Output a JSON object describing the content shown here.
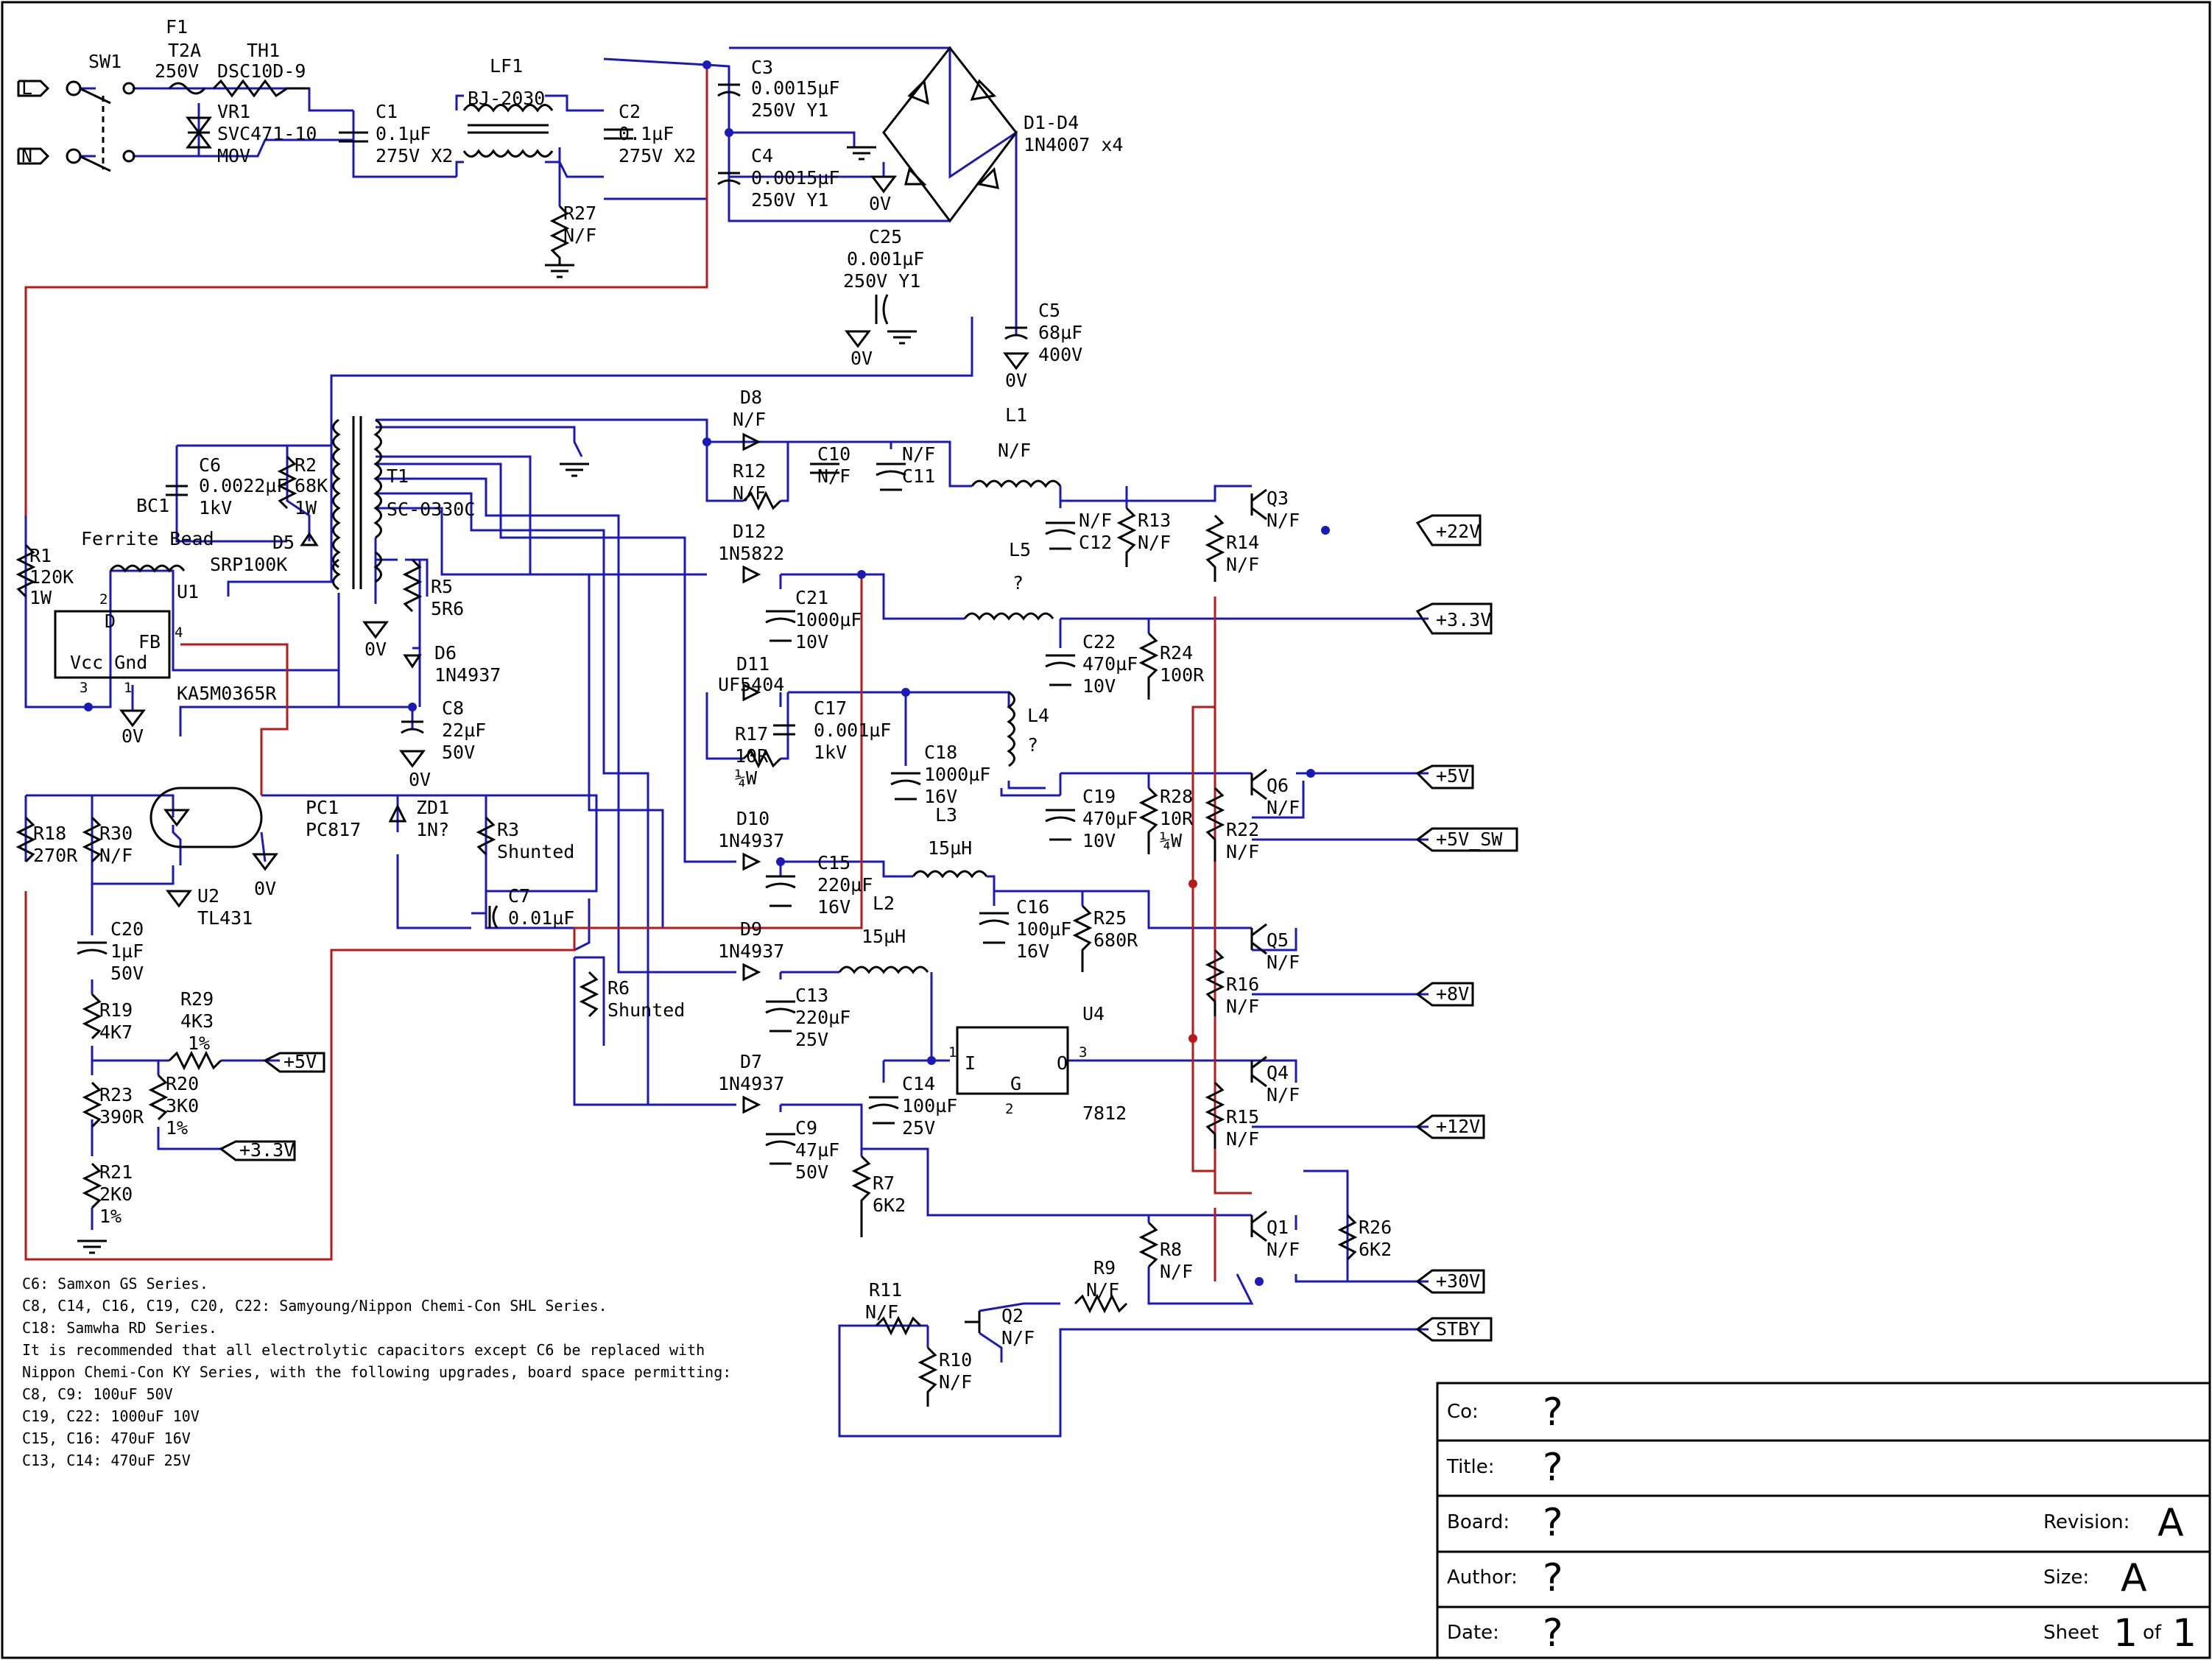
{
  "connectors": {
    "l": "L",
    "n": "N"
  },
  "labels": {
    "gnd": "0V",
    "sw1": "SW1",
    "f1": "F1",
    "f1_rating": "T2A",
    "f1_voltage": "250V",
    "th1": "TH1",
    "th1_part": "DSC10D-9",
    "vr1": "VR1",
    "vr1_part": "SVC471-10",
    "vr1_type": "MOV",
    "c1": "C1",
    "c1_value": "0.1µF",
    "c1_rating": "275V X2",
    "lf1": "LF1",
    "lf1_part": "BJ-2030",
    "r27": "R27",
    "r27_value": "N/F",
    "c2": "C2",
    "c2_value": "0.1µF",
    "c2_rating": "275V X2",
    "c3": "C3",
    "c3_value": "0.0015µF",
    "c3_rating": "250V Y1",
    "c4": "C4",
    "c4_value": "0.0015µF",
    "c4_rating": "250V Y1",
    "d1_d4": "D1-D4",
    "d1_d4_part": "1N4007 x4",
    "c25": "C25",
    "c25_value": "0.001µF",
    "c25_rating": "250V Y1",
    "c5": "C5",
    "c5_value": "68µF",
    "c5_rating": "400V",
    "c6": "C6",
    "c6_value": "0.0022µF",
    "c6_rating": "1kV",
    "bc1": "BC1",
    "r2": "R2",
    "r2_value": "68K",
    "r2_rating": "1W",
    "d5": "D5",
    "t1": "T1",
    "t1_part": "SC-0330C",
    "ferrite_bead": "Ferrite Bead",
    "ferrite_bead_part": "SRP100K",
    "u1": "U1",
    "u1_d": "D",
    "u1_fb": "FB",
    "u1_vcc_gnd": "Vcc Gnd",
    "u1_part": "KA5M0365R",
    "u1_pin1": "1",
    "u1_pin2": "2",
    "u1_pin3": "3",
    "u1_pin4": "4",
    "r1": "R1",
    "r1_value": "120K",
    "r1_rating": "1W",
    "r5": "R5",
    "r5_value": "5R6",
    "d6": "D6",
    "d6_part": "1N4937",
    "c8": "C8",
    "c8_value": "22µF",
    "c8_rating": "50V",
    "d8": "D8",
    "d8_value": "N/F",
    "r12": "R12",
    "r12_value": "N/F",
    "c10": "C10",
    "c10_value": "N/F",
    "c11": "C11",
    "c11_value": "N/F",
    "l1": "L1",
    "l1_value": "N/F",
    "c12": "C12",
    "c12_value": "N/F",
    "r13": "R13",
    "r13_value": "N/F",
    "l5": "L5",
    "l5_value": "?",
    "q3": "Q3",
    "q3_value": "N/F",
    "r14": "R14",
    "r14_value": "N/F",
    "d12": "D12",
    "d12_part": "1N5822",
    "c21": "C21",
    "c21_value": "1000µF",
    "c21_rating": "10V",
    "c22": "C22",
    "c22_value": "470µF",
    "c22_rating": "10V",
    "r24": "R24",
    "r24_value": "100R",
    "d11": "D11",
    "d11_part": "UF5404",
    "c17": "C17",
    "c17_value": "0.001µF",
    "c17_rating": "1kV",
    "r17": "R17",
    "r17_value": "10R",
    "r17_rating": "¼W",
    "c18": "C18",
    "c18_value": "1000µF",
    "c18_rating": "16V",
    "l4": "L4",
    "l4_value": "?",
    "l3": "L3",
    "l3_value": "15µH",
    "c19": "C19",
    "c19_value": "470µF",
    "c19_rating": "10V",
    "r28": "R28",
    "r28_value": "10R",
    "r28_rating": "¼W",
    "q6": "Q6",
    "q6_value": "N/F",
    "r22": "R22",
    "r22_value": "N/F",
    "d10": "D10",
    "d10_part": "1N4937",
    "c15": "C15",
    "c15_value": "220µF",
    "c15_rating": "16V",
    "l2": "L2",
    "l2_value": "15µH",
    "c16": "C16",
    "c16_value": "100µF",
    "c16_rating": "16V",
    "r25": "R25",
    "r25_value": "680R",
    "q5": "Q5",
    "q5_value": "N/F",
    "r16": "R16",
    "r16_value": "N/F",
    "d9": "D9",
    "d9_part": "1N4937",
    "c13": "C13",
    "c13_value": "220µF",
    "c13_rating": "25V",
    "u4": "U4",
    "u4_in": "I",
    "u4_out": "O",
    "u4_gnd": "G",
    "u4_part": "7812",
    "u4_pin1": "1",
    "u4_pin2": "2",
    "u4_pin3": "3",
    "c14": "C14",
    "c14_value": "100µF",
    "c14_rating": "25V",
    "q4": "Q4",
    "q4_value": "N/F",
    "r15": "R15",
    "r15_value": "N/F",
    "d7": "D7",
    "d7_part": "1N4937",
    "c9": "C9",
    "c9_value": "47µF",
    "c9_rating": "50V",
    "r7": "R7",
    "r7_value": "6K2",
    "q1": "Q1",
    "q1_value": "N/F",
    "r8": "R8",
    "r8_value": "N/F",
    "r26": "R26",
    "r26_value": "6K2",
    "r9": "R9",
    "r9_value": "N/F",
    "q2": "Q2",
    "q2_value": "N/F",
    "r11": "R11",
    "r11_value": "N/F",
    "r10": "R10",
    "r10_value": "N/F",
    "pc1": "PC1",
    "pc1_part": "PC817",
    "zd1": "ZD1",
    "zd1_value": "1N?",
    "r3": "R3",
    "r3_value": "Shunted",
    "c7": "C7",
    "c7_value": "0.01µF",
    "u2": "U2",
    "u2_part": "TL431",
    "r6": "R6",
    "r6_value": "Shunted",
    "r18": "R18",
    "r18_value": "270R",
    "r30": "R30",
    "r30_value": "N/F",
    "c20": "C20",
    "c20_value": "1µF",
    "c20_rating": "50V",
    "r19": "R19",
    "r19_value": "4K7",
    "r29": "R29",
    "r29_value": "4K3",
    "r29_tolerance": "1%",
    "r20": "R20",
    "r20_value": "3K0",
    "r20_tolerance": "1%",
    "r23": "R23",
    "r23_value": "390R",
    "r21": "R21",
    "r21_value": "2K0",
    "r21_tolerance": "1%"
  },
  "ports": {
    "p22v": "+22V",
    "p3v3": "+3.3V",
    "p5v": "+5V",
    "p5v_sw": "+5V_SW",
    "p8v": "+8V",
    "p12v": "+12V",
    "p30v": "+30V",
    "stby": "STBY",
    "fb_5v": "+5V",
    "fb_3v3": "+3.3V"
  },
  "notes": [
    "C6: Samxon GS Series.",
    "C8, C14, C16, C19, C20, C22: Samyoung/Nippon Chemi-Con SHL Series.",
    "C18: Samwha RD Series.",
    "It is recommended that all electrolytic capacitors except C6 be replaced with",
    "Nippon Chemi-Con KY Series, with the following upgrades, board space permitting:",
    "C8, C9: 100uF 50V",
    "C19, C22: 1000uF 10V",
    "C15, C16: 470uF 16V",
    "C13, C14: 470uF 25V"
  ],
  "title_block": {
    "co_label": "Co:",
    "co_value": "?",
    "title_label": "Title:",
    "title_value": "?",
    "board_label": "Board:",
    "board_value": "?",
    "revision_label": "Revision:",
    "revision_value": "A",
    "author_label": "Author:",
    "author_value": "?",
    "size_label": "Size:",
    "size_value": "A",
    "date_label": "Date:",
    "date_value": "?",
    "sheet_label": "Sheet",
    "sheet_number": "1",
    "sheet_of": "of",
    "sheet_total": "1"
  },
  "colors": {
    "wire": "#1a1ab8",
    "wire_alt": "#b81a1a",
    "symbol": "#000000",
    "background": "#ffffff"
  }
}
